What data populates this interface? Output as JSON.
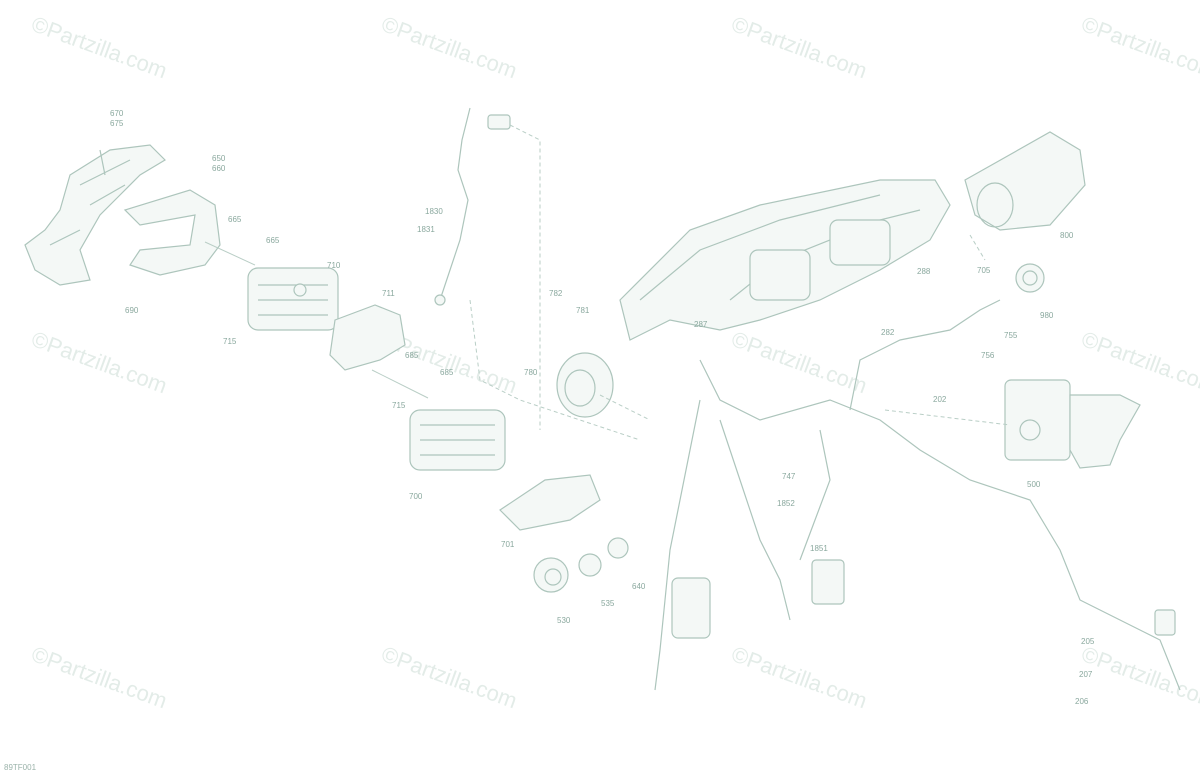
{
  "watermark": "©Partzilla.com",
  "figure_code": "89TF001",
  "colors": {
    "line": "#b9cec6",
    "label": "#8aa89e",
    "watermark": "#e3ece8",
    "background": "#ffffff"
  },
  "labels": [
    "670",
    "675",
    "650",
    "660",
    "665",
    "665",
    "690",
    "710",
    "711",
    "715",
    "685",
    "685",
    "715",
    "700",
    "1830",
    "1831",
    "782",
    "781",
    "780",
    "701",
    "530",
    "535",
    "640",
    "287",
    "288",
    "282",
    "705",
    "800",
    "980",
    "755",
    "756",
    "202",
    "500",
    "747",
    "1852",
    "1851",
    "205",
    "207",
    "206"
  ]
}
